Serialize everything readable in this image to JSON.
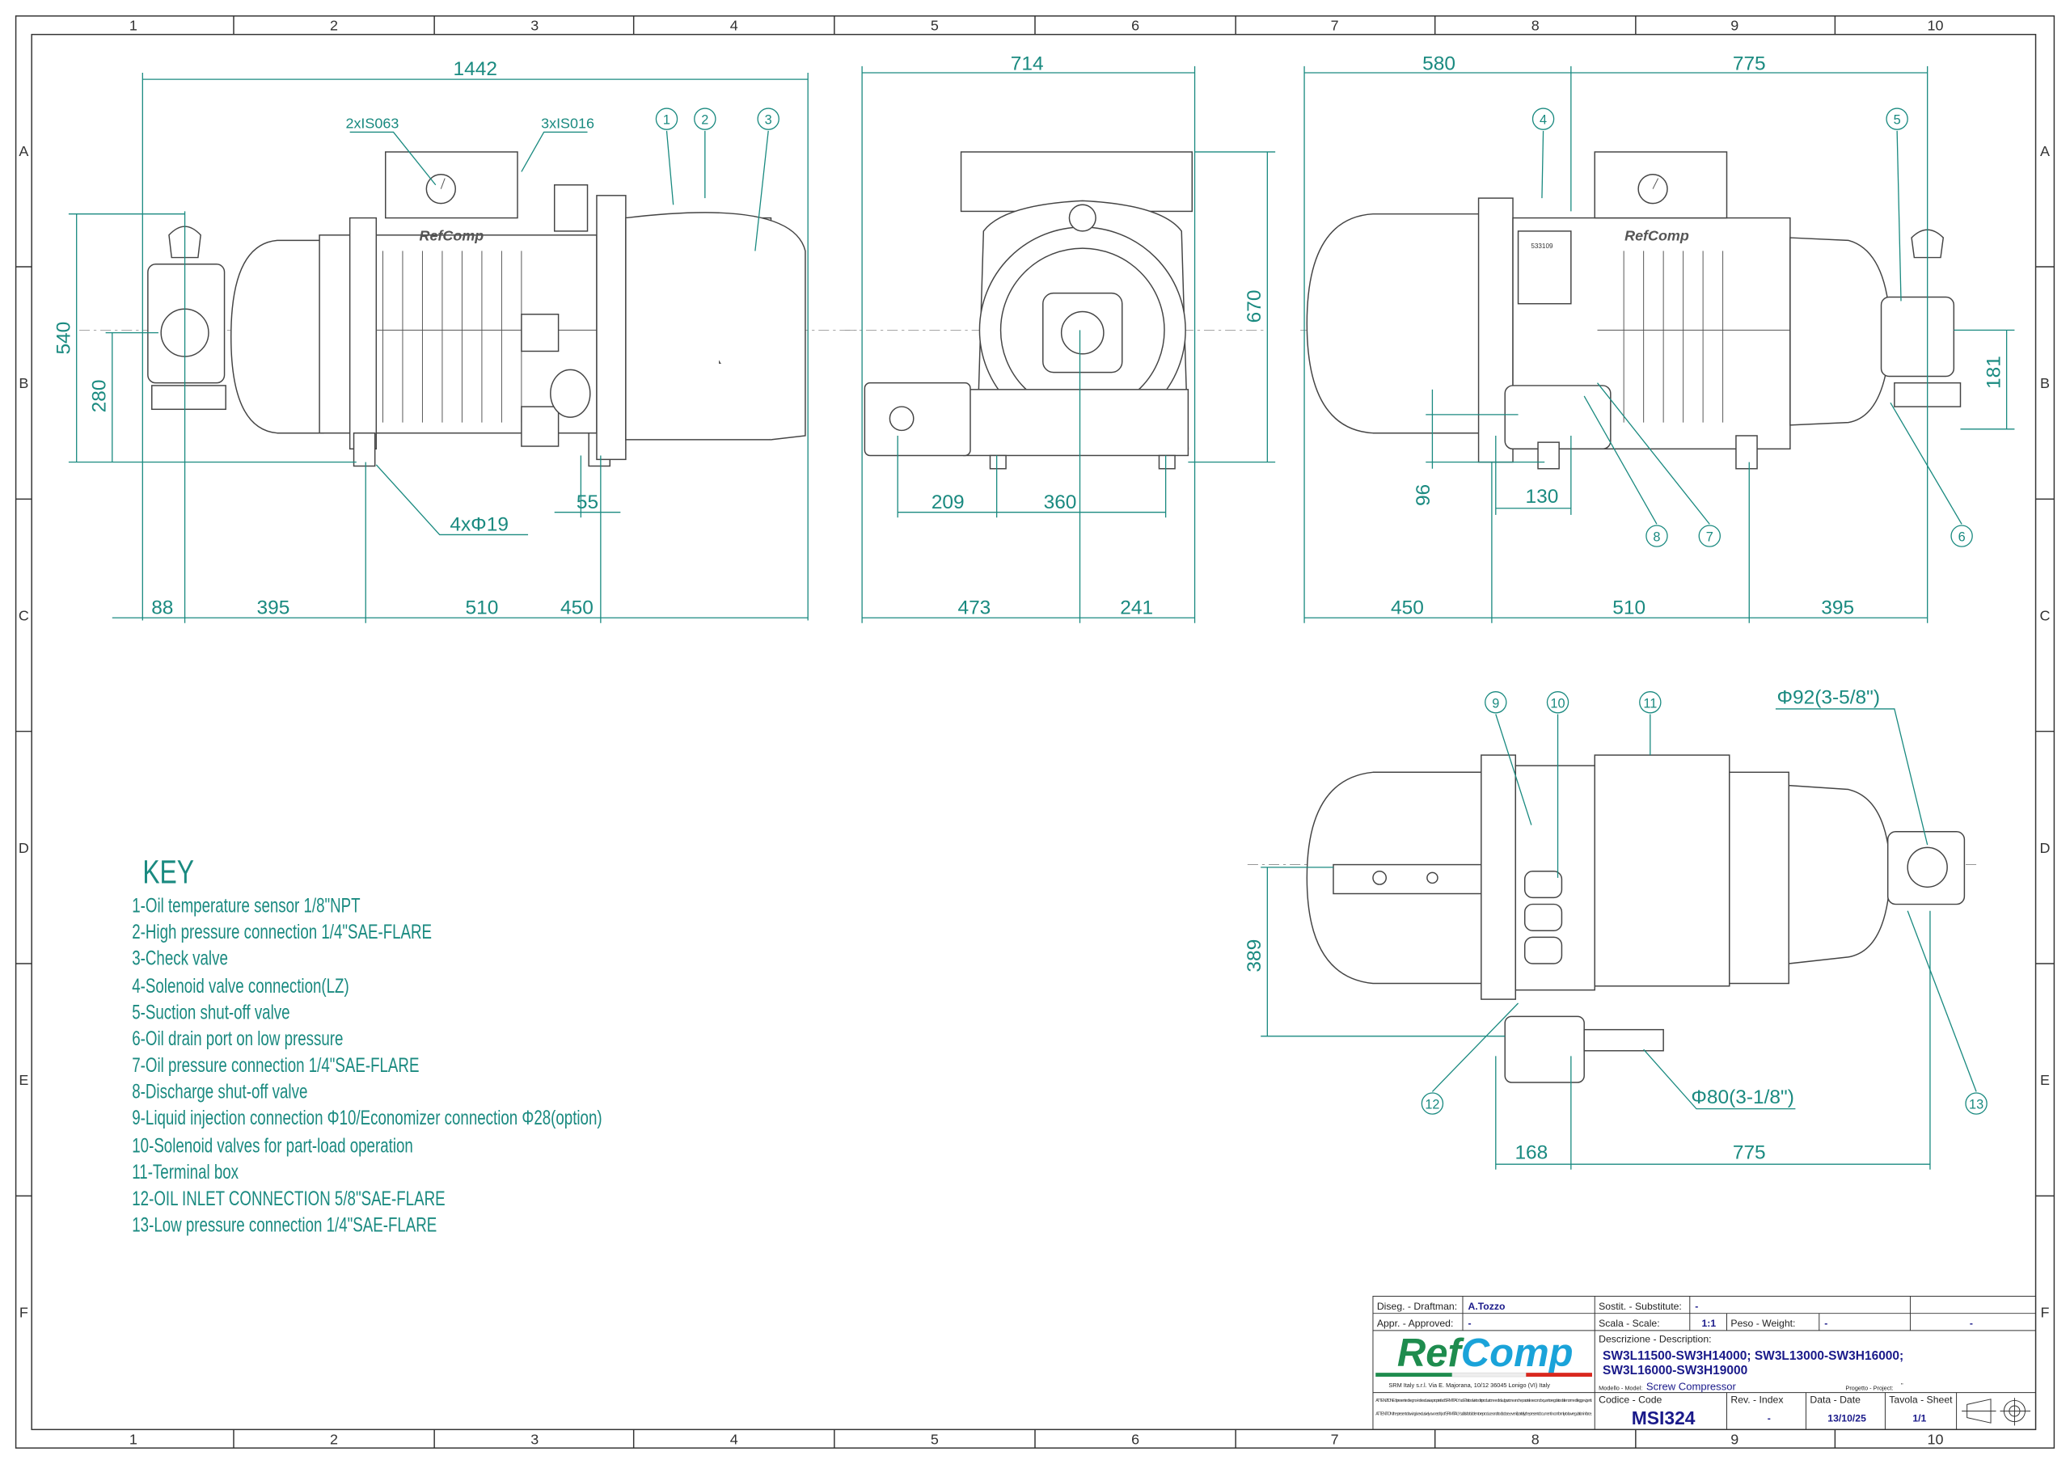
{
  "grid": {
    "columns": [
      "1",
      "2",
      "3",
      "4",
      "5",
      "6",
      "7",
      "8",
      "9",
      "10"
    ],
    "rows": [
      "A",
      "B",
      "C",
      "D",
      "E",
      "F"
    ]
  },
  "side_view_left": {
    "overall_length": "1442",
    "height_540": "540",
    "height_280": "280",
    "cable_gland_large": "2xIS063",
    "cable_gland_small": "3xIS016",
    "foot_holes": "4xΦ19",
    "dim_55": "55",
    "bottom_dims": [
      "88",
      "395",
      "510",
      "450"
    ]
  },
  "front_view": {
    "width": "714",
    "height": "670",
    "dim_209": "209",
    "dim_360": "360",
    "bottom_dims": [
      "473",
      "241"
    ]
  },
  "side_view_right": {
    "top_dims": [
      "580",
      "775"
    ],
    "dim_181": "181",
    "dim_96": "96",
    "dim_130": "130",
    "bottom_dims": [
      "450",
      "510",
      "395"
    ],
    "nameplate_text": "533109",
    "logo_text": "RefComp"
  },
  "top_view": {
    "dim_389": "389",
    "dim_168": "168",
    "dim_775": "775",
    "suction_diameter": "Φ92(3-5/8\")",
    "discharge_diameter": "Φ80(3-1/8\")"
  },
  "balloons": [
    "1",
    "2",
    "3",
    "4",
    "5",
    "6",
    "7",
    "8",
    "9",
    "10",
    "11",
    "12",
    "13"
  ],
  "key": {
    "title": "KEY",
    "items": [
      "1-Oil temperature sensor 1/8\"NPT",
      "2-High pressure connection 1/4\"SAE-FLARE",
      "3-Check valve",
      "4-Solenoid valve connection(LZ)",
      "5-Suction shut-off valve",
      "6-Oil drain port on low pressure",
      "7-Oil pressure connection 1/4\"SAE-FLARE",
      "8-Discharge shut-off valve",
      "9-Liquid injection connection Φ10/Economizer connection Φ28(option)",
      "10-Solenoid valves for part-load operation",
      "11-Terminal box",
      "12-OIL INLET CONNECTION 5/8\"SAE-FLARE",
      "13-Low pressure connection 1/4\"SAE-FLARE"
    ]
  },
  "title_block": {
    "draftman_label": "Diseg. - Draftman:",
    "draftman": "A.Tozzo",
    "substitute_label": "Sostit. - Substitute:",
    "substitute": "-",
    "approved_label": "Appr. - Approved:",
    "approved": "-",
    "scale_label": "Scala - Scale:",
    "scale": "1:1",
    "weight_label": "Peso - Weight:",
    "weight": "-",
    "extra": "-",
    "logo": "RefComp",
    "company_address": "SRM Italy s.r.l. Via E. Majorana, 10/12 36045 Lonigo (VI) Italy",
    "notice_it": "ATTENZIONE: il presente disegno è di esclusiva proprietà di SRM ITALY s.r.l. E' fatto divieto di riproduzione e di divulgazione anche parziale secondo quanto regolato dalle norme di legge vigenti.",
    "notice_en": "ATTENTION: the present drawing is exclusively ownership of SRM ITALY s.r.l. It is forbidden to reproduce and to disclose, even if partially, the present document in conformity to law regulation in force.",
    "description_label": "Descrizione - Description:",
    "description_line1": "SW3L11500-SW3H14000; SW3L13000-SW3H16000;",
    "description_line2": "SW3L16000-SW3H19000",
    "model_label": "Modello - Model:",
    "model": "Screw Compressor",
    "project_label": "Progetto - Project:",
    "project": "\"",
    "code_label": "Codice - Code",
    "code": "MSI324",
    "rev_label": "Rev. - Index",
    "rev": "-",
    "date_label": "Data - Date",
    "date": "13/10/25",
    "sheet_label": "Tavola - Sheet",
    "sheet": "1/1",
    "colors": {
      "logo_green": "#1e8c4e",
      "logo_blue": "#1aa3d9",
      "text_blue": "#1a1a8a",
      "dim_teal": "#1a8a80"
    }
  }
}
